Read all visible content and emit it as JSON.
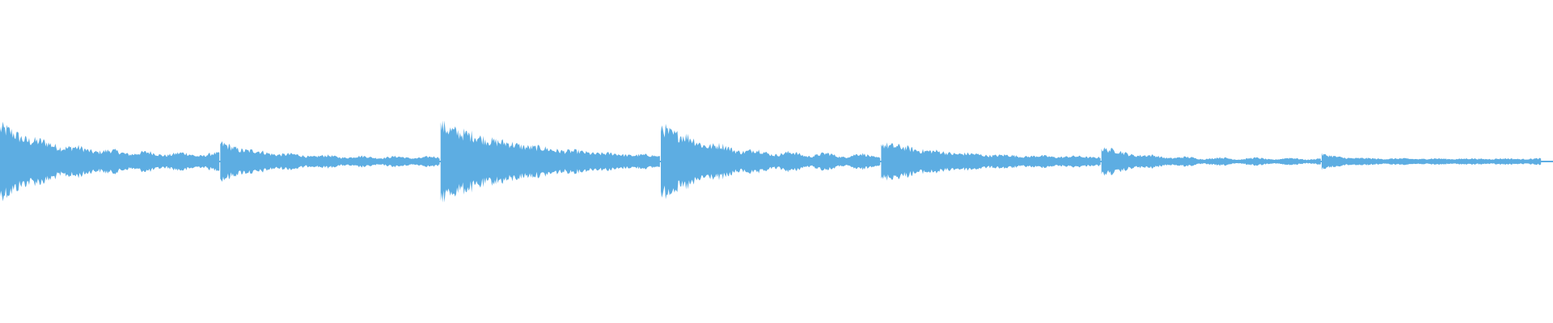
{
  "waveform": {
    "color": "#5dade2",
    "background": "#ffffff",
    "segments": [
      {
        "attack": 0.55,
        "decay": 0.22,
        "tail": 0.08,
        "wobble": 0.05
      },
      {
        "attack": 0.28,
        "decay": 0.18,
        "tail": 0.05,
        "wobble": 0.03
      },
      {
        "attack": 0.6,
        "decay": 0.35,
        "tail": 0.04,
        "wobble": 0.02
      },
      {
        "attack": 0.58,
        "decay": 0.2,
        "tail": 0.06,
        "wobble": 0.06
      },
      {
        "attack": 0.3,
        "decay": 0.24,
        "tail": 0.06,
        "wobble": 0.02
      },
      {
        "attack": 0.22,
        "decay": 0.14,
        "tail": 0.03,
        "wobble": 0.03
      },
      {
        "attack": 0.12,
        "decay": 0.07,
        "tail": 0.04,
        "wobble": 0.01
      }
    ]
  }
}
